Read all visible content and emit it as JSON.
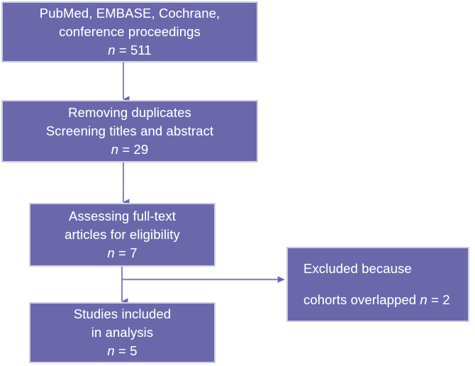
{
  "figure": {
    "type": "prisma-flow-diagram",
    "colors": {
      "box_fill": "#6a67ab",
      "box_border": "#cdcde3",
      "text": "#ffffff",
      "connector": "#6a67ab",
      "background": "#ffffff"
    },
    "boxes": [
      {
        "id": "identification",
        "lines": [
          "PubMed, EMBASE, Cochrane,",
          "conference proceedings"
        ],
        "count_label": "n",
        "count_equals": "=",
        "count_value": "511"
      },
      {
        "id": "screening",
        "lines": [
          "Removing duplicates",
          "Screening titles and abstract"
        ],
        "count_label": "n",
        "count_equals": "=",
        "count_value": "29"
      },
      {
        "id": "eligibility",
        "lines": [
          "Assessing full-text",
          "articles for eligibility"
        ],
        "count_label": "n",
        "count_equals": "=",
        "count_value": "7"
      },
      {
        "id": "included",
        "lines": [
          "Studies included",
          "in analysis"
        ],
        "count_label": "n",
        "count_equals": "=",
        "count_value": "5"
      },
      {
        "id": "excluded",
        "line_1": "Excluded because",
        "line_2_prefix": "cohorts overlapped ",
        "count_label": "n",
        "count_equals": "=",
        "count_value": "2"
      }
    ],
    "connectors": [
      {
        "id": "identification-to-screening",
        "direction": "down"
      },
      {
        "id": "screening-to-eligibility",
        "direction": "down"
      },
      {
        "id": "eligibility-to-included",
        "direction": "down"
      },
      {
        "id": "eligibility-to-excluded",
        "direction": "right"
      }
    ]
  }
}
